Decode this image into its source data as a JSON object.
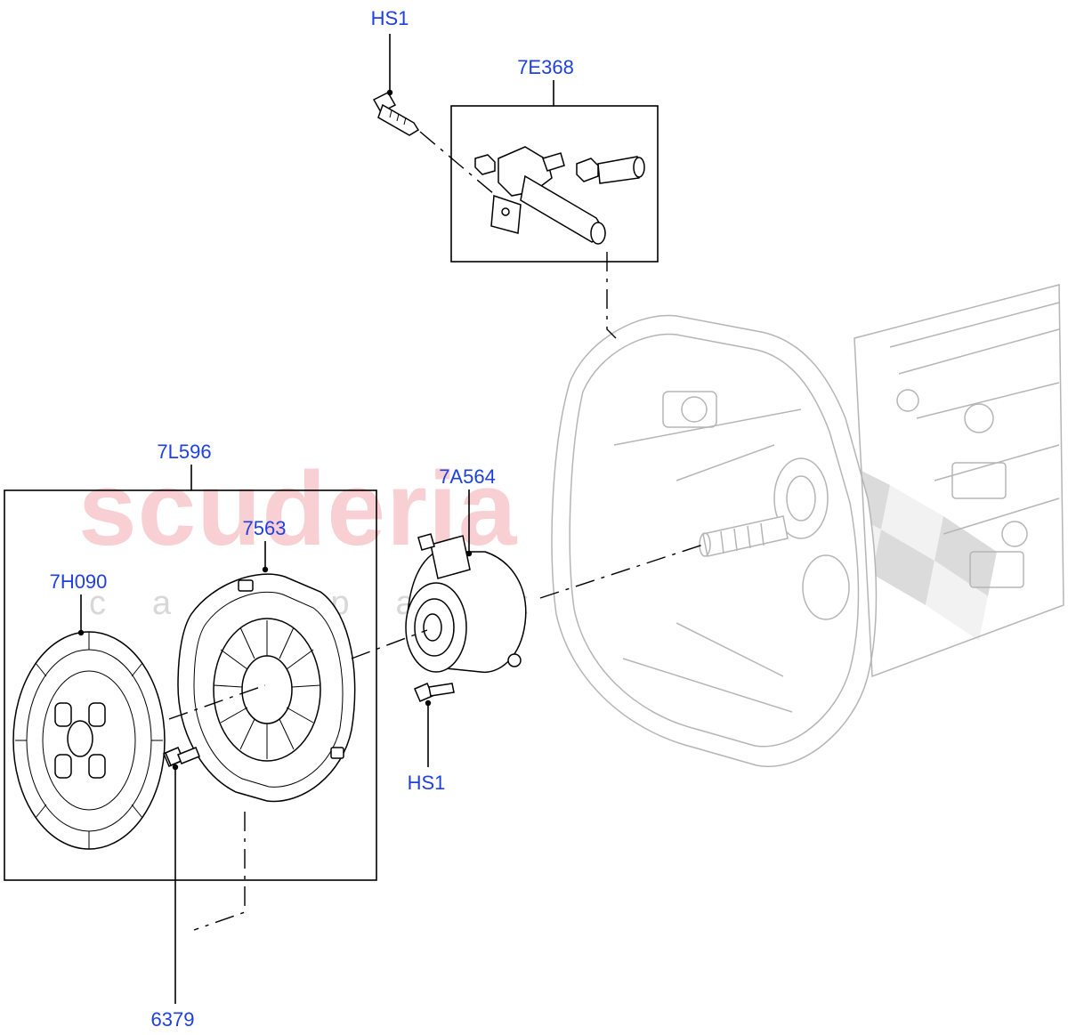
{
  "watermark": {
    "main": "scuderia",
    "sub": "car parts"
  },
  "callouts": {
    "hs1_top": "HS1",
    "slave_cyl_kit": "7E368",
    "clutch_kit": "7L596",
    "pressure_plate": "7563",
    "clutch_disc": "7H090",
    "release_bearing": "7A564",
    "hs1_bottom": "HS1",
    "bolt": "6379"
  },
  "colors": {
    "callout": "#1f3fe0",
    "watermark": "#f4a8b0",
    "ghost_part": "#b5b5b5"
  }
}
